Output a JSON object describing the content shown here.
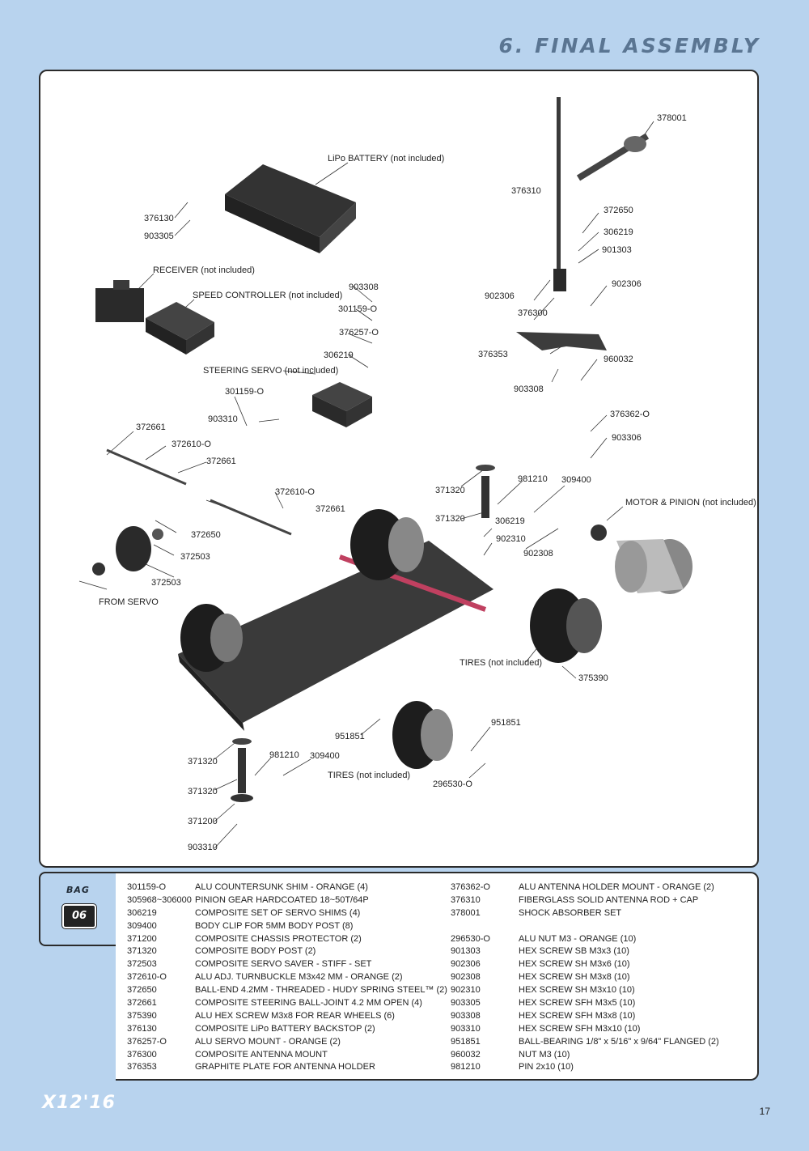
{
  "header": {
    "title": "6. FINAL ASSEMBLY"
  },
  "callouts": {
    "lipo_battery": "LiPo BATTERY (not included)",
    "receiver": "RECEIVER (not included)",
    "speed_controller": "SPEED CONTROLLER (not included)",
    "steering_servo": "STEERING SERVO (not included)",
    "motor_pinion": "MOTOR & PINION (not included)",
    "tires_rear": "TIRES (not included)",
    "tires_front": "TIRES (not included)",
    "from_servo": "FROM SERVO",
    "p378001": "378001",
    "p376310": "376310",
    "p372650_top": "372650",
    "p306219_top": "306219",
    "p901303": "901303",
    "p902306_a": "902306",
    "p902306_b": "902306",
    "p376300": "376300",
    "p376353": "376353",
    "p960032": "960032",
    "p903308_r": "903308",
    "p376362": "376362-O",
    "p903306": "903306",
    "p376130": "376130",
    "p903305": "903305",
    "p903308_m": "903308",
    "p301159_m": "301159-O",
    "p376257": "376257-O",
    "p306219_m": "306219",
    "p301159_s": "301159-O",
    "p903310_s": "903310",
    "p372661_a": "372661",
    "p372610_a": "372610-O",
    "p372661_b": "372661",
    "p372610_b": "372610-O",
    "p372661_c": "372661",
    "p372650_l": "372650",
    "p372503_a": "372503",
    "p372503_b": "372503",
    "p371320_a": "371320",
    "p371320_b": "371320",
    "p981210_r": "981210",
    "p309400_r": "309400",
    "p306219_r": "306219",
    "p902310": "902310",
    "p902308": "902308",
    "p375390": "375390",
    "p951851_a": "951851",
    "p951851_b": "951851",
    "p296530": "296530-O",
    "p371320_c": "371320",
    "p371320_d": "371320",
    "p981210_b": "981210",
    "p309400_b": "309400",
    "p371200": "371200",
    "p903310_b": "903310"
  },
  "bag": {
    "label": "BAG",
    "number": "06"
  },
  "parts_left": [
    {
      "code": "301159-O",
      "desc": "ALU COUNTERSUNK SHIM - ORANGE (4)"
    },
    {
      "code": "305968~306000",
      "desc": "PINION GEAR HARDCOATED 18~50T/64P"
    },
    {
      "code": "306219",
      "desc": "COMPOSITE SET OF SERVO SHIMS (4)"
    },
    {
      "code": "309400",
      "desc": "BODY CLIP FOR 5MM BODY POST (8)"
    },
    {
      "code": "371200",
      "desc": "COMPOSITE CHASSIS PROTECTOR (2)"
    },
    {
      "code": "371320",
      "desc": "COMPOSITE BODY POST (2)"
    },
    {
      "code": "372503",
      "desc": "COMPOSITE SERVO SAVER - STIFF - SET"
    },
    {
      "code": "372610-O",
      "desc": "ALU ADJ. TURNBUCKLE M3x42 MM - ORANGE (2)"
    },
    {
      "code": "372650",
      "desc": "BALL-END 4.2MM - THREADED - HUDY SPRING STEEL™ (2)"
    },
    {
      "code": "372661",
      "desc": "COMPOSITE STEERING BALL-JOINT 4.2 MM OPEN (4)"
    },
    {
      "code": "375390",
      "desc": "ALU HEX SCREW M3x8 FOR REAR WHEELS (6)"
    },
    {
      "code": "376130",
      "desc": "COMPOSITE LiPo BATTERY BACKSTOP (2)"
    },
    {
      "code": "376257-O",
      "desc": "ALU SERVO MOUNT - ORANGE (2)"
    },
    {
      "code": "376300",
      "desc": "COMPOSITE ANTENNA MOUNT"
    },
    {
      "code": "376353",
      "desc": "GRAPHITE PLATE FOR ANTENNA HOLDER"
    }
  ],
  "parts_right_a": [
    {
      "code": "376362-O",
      "desc": "ALU ANTENNA HOLDER MOUNT - ORANGE (2)"
    },
    {
      "code": "376310",
      "desc": "FIBERGLASS SOLID ANTENNA ROD + CAP"
    },
    {
      "code": "378001",
      "desc": "SHOCK ABSORBER SET"
    }
  ],
  "parts_right_b": [
    {
      "code": "296530-O",
      "desc": "ALU NUT M3 - ORANGE  (10)"
    },
    {
      "code": "901303",
      "desc": "HEX SCREW SB M3x3  (10)"
    },
    {
      "code": "902306",
      "desc": "HEX SCREW SH M3x6  (10)"
    },
    {
      "code": "902308",
      "desc": "HEX SCREW SH M3x8  (10)"
    },
    {
      "code": "902310",
      "desc": "HEX SCREW SH M3x10  (10)"
    },
    {
      "code": "903305",
      "desc": "HEX SCREW SFH M3x5  (10)"
    },
    {
      "code": "903308",
      "desc": "HEX SCREW SFH M3x8  (10)"
    },
    {
      "code": "903310",
      "desc": "HEX SCREW SFH M3x10  (10)"
    },
    {
      "code": "951851",
      "desc": "BALL-BEARING 1/8\" x 5/16\" x 9/64\" FLANGED  (2)"
    },
    {
      "code": "960032",
      "desc": "NUT M3  (10)"
    },
    {
      "code": "981210",
      "desc": "PIN 2x10  (10)"
    }
  ],
  "footer": {
    "logo": "X12'16",
    "page": "17"
  }
}
